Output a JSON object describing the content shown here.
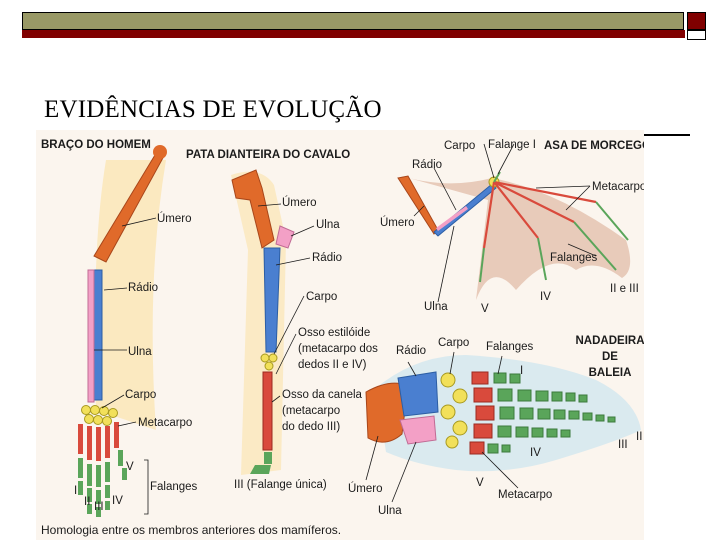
{
  "slide": {
    "title": "EVIDÊNCIAS DE EVOLUÇÃO"
  },
  "colors": {
    "header_bar": "#999966",
    "accent_bar": "#800000",
    "humerus": "#e06a2a",
    "radius": "#4a7fd0",
    "ulna": "#f3a0c6",
    "carpus": "#f2e05a",
    "metacarpus": "#d94a3c",
    "phalanges": "#5aa55a"
  },
  "figure": {
    "human": {
      "heading": "BRAÇO DO HOMEM",
      "umero": "Úmero",
      "radio": "Rádio",
      "ulna": "Ulna",
      "carpo": "Carpo",
      "metacarpo": "Metacarpo",
      "falanges": "Falanges",
      "num_I": "I",
      "num_II": "II",
      "num_III": "III",
      "num_IV": "IV",
      "num_V": "V"
    },
    "horse": {
      "heading": "PATA DIANTEIRA DO CAVALO",
      "umero": "Úmero",
      "ulna": "Ulna",
      "radio": "Rádio",
      "carpo": "Carpo",
      "osso_estiloide": [
        "Osso estilóide",
        "(metacarpo dos",
        "dedos II e IV)"
      ],
      "osso_canela": [
        "Osso da canela",
        "(metacarpo",
        "do dedo III)"
      ],
      "falange_unica": "III (Falange única)"
    },
    "bat": {
      "heading": "ASA DE MORCEGO",
      "carpo": "Carpo",
      "falange_I": "Falange I",
      "radio": "Rádio",
      "umero": "Úmero",
      "metacarpo": "Metacarpo",
      "falanges": "Falanges",
      "ulna": "Ulna",
      "num_V": "V",
      "num_IV": "IV",
      "num_II_III": "II e III"
    },
    "whale": {
      "heading": [
        "NADADEIRA",
        "DE",
        "BALEIA"
      ],
      "radio": "Rádio",
      "carpo": "Carpo",
      "falanges": "Falanges",
      "umero": "Úmero",
      "ulna": "Ulna",
      "metacarpo": "Metacarpo",
      "num_I": "I",
      "num_II": "II",
      "num_III": "III",
      "num_IV": "IV",
      "num_V": "V"
    },
    "caption": "Homologia entre os membros anteriores dos mamíferos."
  }
}
